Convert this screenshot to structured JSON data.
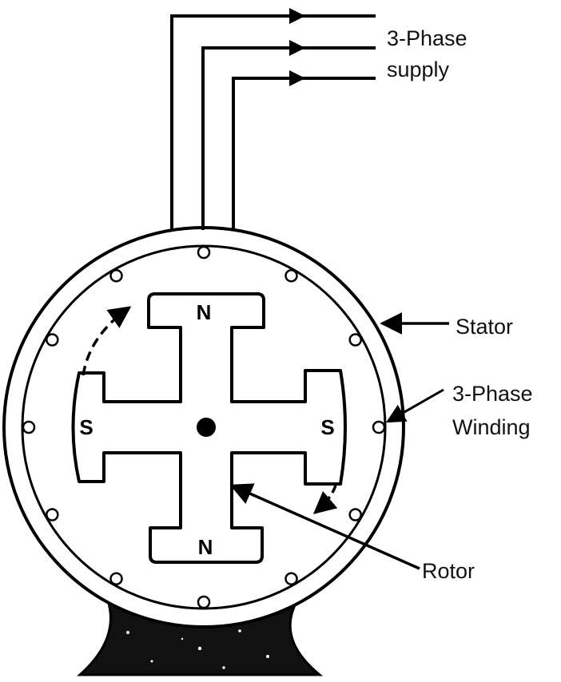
{
  "labels": {
    "supply_line1": "3-Phase",
    "supply_line2": "supply",
    "stator": "Stator",
    "winding_line1": "3-Phase",
    "winding_line2": "Winding",
    "rotor": "Rotor"
  },
  "rotor_poles": {
    "top": "N",
    "bottom": "N",
    "left": "S",
    "right": "S"
  },
  "colors": {
    "ink": "#000000",
    "background": "#ffffff"
  }
}
